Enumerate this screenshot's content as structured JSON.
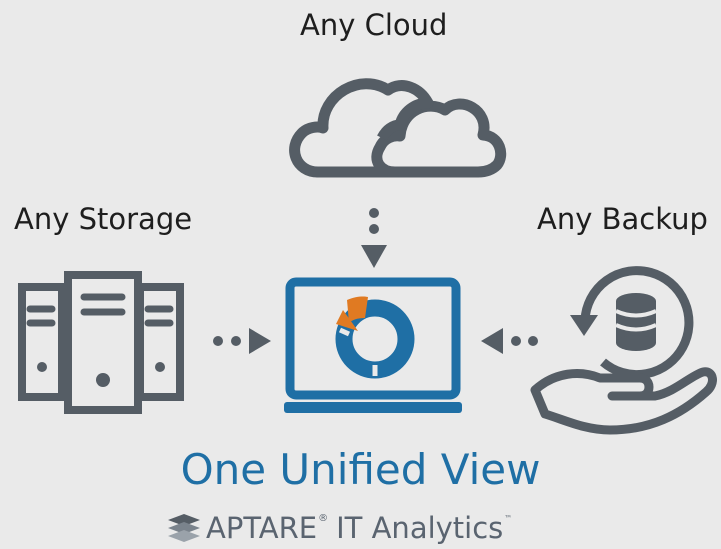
{
  "labels": {
    "cloud": "Any Cloud",
    "storage": "Any Storage",
    "backup": "Any Backup"
  },
  "title": "One Unified View",
  "brand": {
    "name": "APTARE",
    "registered": "®",
    "product": "IT Analytics",
    "trademark": "™"
  },
  "colors": {
    "background": "#eaeaea",
    "icon_outline": "#555d65",
    "accent_blue": "#1f6fa5",
    "accent_orange": "#e07a22"
  },
  "icons": [
    "cloud-icon",
    "storage-servers-icon",
    "backup-database-hand-icon",
    "laptop-icon",
    "donut-chart-icon",
    "aptare-logo-icon"
  ]
}
